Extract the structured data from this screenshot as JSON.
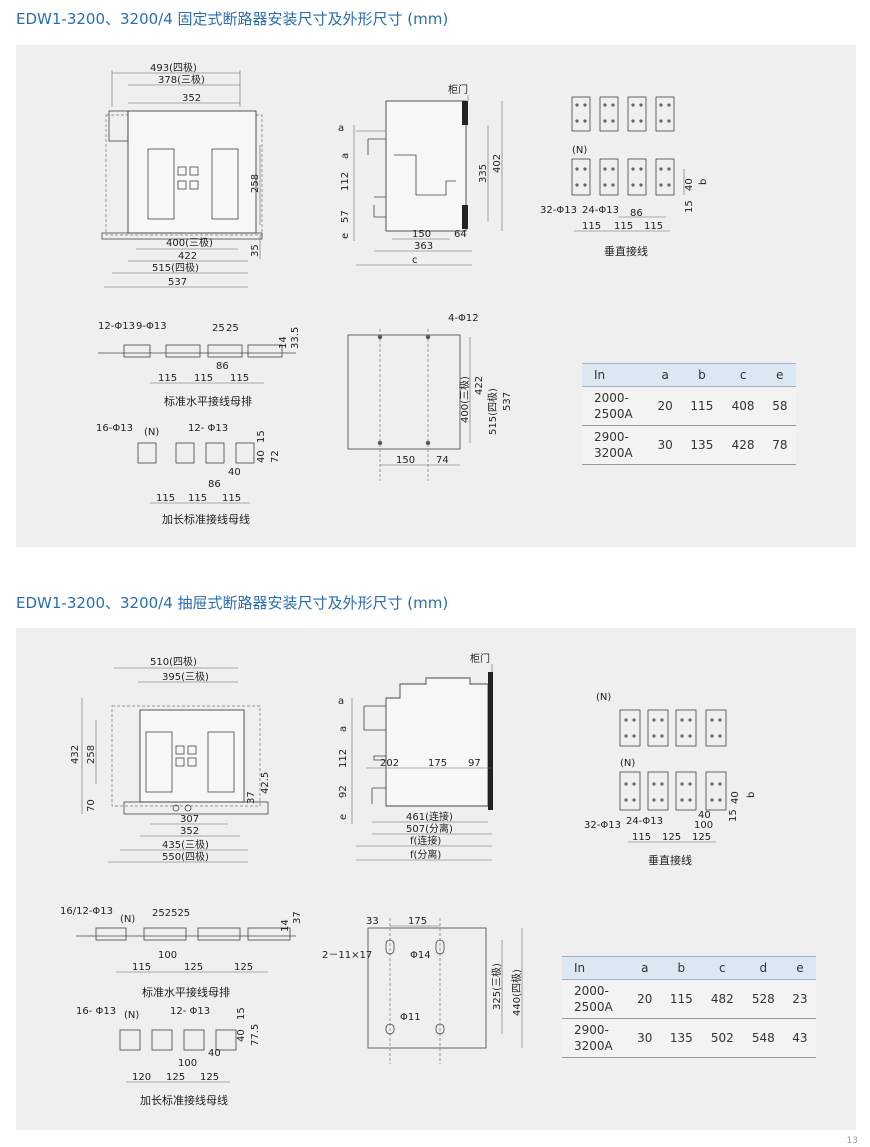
{
  "sections": [
    {
      "title": "EDW1-3200、3200/4 固定式断路器安装尺寸及外形尺寸 (mm)"
    },
    {
      "title": "EDW1-3200、3200/4 抽屉式断路器安装尺寸及外形尺寸 (mm)"
    }
  ],
  "fixed": {
    "front": {
      "d493": "493(四极)",
      "d378": "378(三极)",
      "d352": "352",
      "d258": "258",
      "d35": "35",
      "d400": "400(三极)",
      "d422": "422",
      "d515": "515(四极)",
      "d537": "537"
    },
    "side": {
      "door": "柜门",
      "a1": "a",
      "a2": "a",
      "d112": "112",
      "d57": "57",
      "e": "e",
      "d335": "335",
      "d402": "402",
      "d150": "150",
      "d64": "64",
      "d363": "363",
      "c": "c"
    },
    "vertical": {
      "n": "(N)",
      "h32": "32-Φ13",
      "h24": "24-Φ13",
      "d40": "40",
      "b": "b",
      "d15": "15",
      "d86": "86",
      "d115a": "115",
      "d115b": "115",
      "d115c": "115",
      "caption": "垂直接线"
    },
    "hbus": {
      "h12": "12-Φ13",
      "h9": "9-Φ13",
      "d25a": "25",
      "d25b": "25",
      "d86": "86",
      "d14": "14",
      "d335": "33.5",
      "d115a": "115",
      "d115b": "115",
      "d115c": "115",
      "caption": "标准水平接线母排"
    },
    "ext": {
      "h16": "16-Φ13",
      "n": "(N)",
      "h12": "12- Φ13",
      "d15": "15",
      "d40a": "40",
      "d72": "72",
      "d40b": "40",
      "d86": "86",
      "d115a": "115",
      "d115b": "115",
      "d115c": "115",
      "caption": "加长标准接线母线"
    },
    "mount": {
      "h4": "4-Φ12",
      "d400": "400(三极)",
      "d422": "422",
      "d515": "515(四极)",
      "d537": "537",
      "d150": "150",
      "d74": "74"
    },
    "table": {
      "headers": [
        "In",
        "a",
        "b",
        "c",
        "e"
      ],
      "rows": [
        [
          "2000-\n2500A",
          "20",
          "115",
          "408",
          "58"
        ],
        [
          "2900-\n3200A",
          "30",
          "135",
          "428",
          "78"
        ]
      ]
    }
  },
  "draw": {
    "front": {
      "d510": "510(四极)",
      "d395": "395(三极)",
      "d432": "432",
      "d258": "258",
      "d70": "70",
      "d37": "37",
      "d425": "42.5",
      "d307": "307",
      "d352": "352",
      "d435": "435(三极)",
      "d550": "550(四极)"
    },
    "side": {
      "door": "柜门",
      "a1": "a",
      "a2": "a",
      "d112": "112",
      "d92": "92",
      "e": "e",
      "d202": "202",
      "d175": "175",
      "d97": "97",
      "d461": "461(连接)",
      "d507": "507(分离)",
      "f1": "f(连接)",
      "f2": "f(分离)"
    },
    "vertical": {
      "n1": "(N)",
      "n2": "(N)",
      "h32": "32-Φ13",
      "h24": "24-Φ13",
      "d40a": "40",
      "b": "b",
      "d15": "15",
      "d40b": "40",
      "d100": "100",
      "d115": "115",
      "d125a": "125",
      "d125b": "125",
      "caption": "垂直接线"
    },
    "hbus": {
      "h16": "16/12-Φ13",
      "n": "(N)",
      "d252525": "252525",
      "d37": "37",
      "d14": "14",
      "d100": "100",
      "d115": "115",
      "d125a": "125",
      "d125b": "125",
      "caption": "标准水平接线母排"
    },
    "ext": {
      "h16": "16- Φ13",
      "n": "(N)",
      "h12": "12- Φ13",
      "d15": "15",
      "d40a": "40",
      "d775": "77.5",
      "d100": "100",
      "d40b": "40",
      "d120": "120",
      "d125a": "125",
      "d125b": "125",
      "caption": "加长标准接线母线"
    },
    "mount": {
      "d33": "33",
      "d175": "175",
      "h2": "2－11×17",
      "h14": "Φ14",
      "h11": "Φ11",
      "d325": "325(三极)",
      "d440": "440(四极)"
    },
    "table": {
      "headers": [
        "In",
        "a",
        "b",
        "c",
        "d",
        "e"
      ],
      "rows": [
        [
          "2000-\n2500A",
          "20",
          "115",
          "482",
          "528",
          "23"
        ],
        [
          "2900-\n3200A",
          "30",
          "135",
          "502",
          "548",
          "43"
        ]
      ]
    }
  },
  "page_number": "13"
}
